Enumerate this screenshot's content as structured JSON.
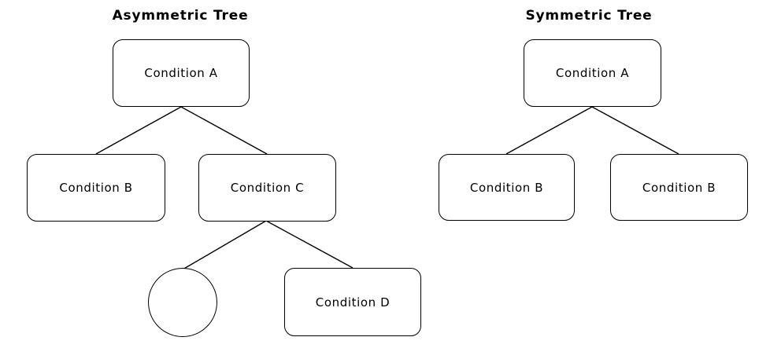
{
  "page": {
    "background_color": "#ffffff"
  },
  "colors": {
    "stroke": "#000000",
    "node_fill": "#ffffff",
    "text": "#000000"
  },
  "diagrams": [
    {
      "title": "Asymmetric Tree",
      "nodes": {
        "root": "Condition A",
        "left_child": "Condition B",
        "right_child": "Condition C",
        "grandchild_circle": "",
        "grandchild_right": "Condition D"
      }
    },
    {
      "title": "Symmetric Tree",
      "nodes": {
        "root": "Condition A",
        "left_child": "Condition B",
        "right_child": "Condition B"
      }
    }
  ]
}
